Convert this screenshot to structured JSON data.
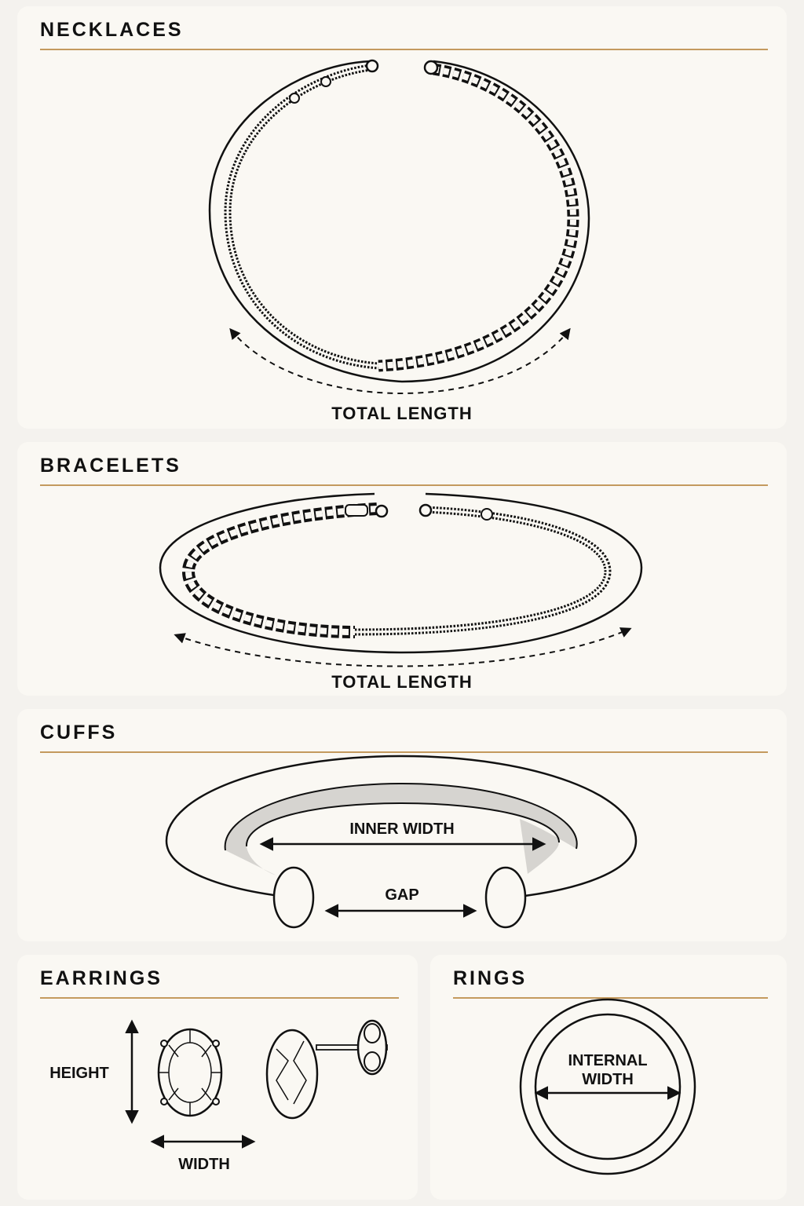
{
  "necklaces": {
    "title": "NECKLACES",
    "length_label": "TOTAL LENGTH"
  },
  "bracelets": {
    "title": "BRACELETS",
    "length_label": "TOTAL LENGTH"
  },
  "cuffs": {
    "title": "CUFFS",
    "inner_width_label": "INNER WIDTH",
    "gap_label": "GAP"
  },
  "earrings": {
    "title": "EARRINGS",
    "height_label": "HEIGHT",
    "width_label": "WIDTH"
  },
  "rings": {
    "title": "RINGS",
    "internal_width_line1": "INTERNAL",
    "internal_width_line2": "WIDTH"
  },
  "colors": {
    "accent_rule": "#c49a5e",
    "panel": "#faf8f3",
    "page": "#f4f2ee",
    "ink": "#111111",
    "cuff_inner_shade": "#d6d4d0"
  }
}
